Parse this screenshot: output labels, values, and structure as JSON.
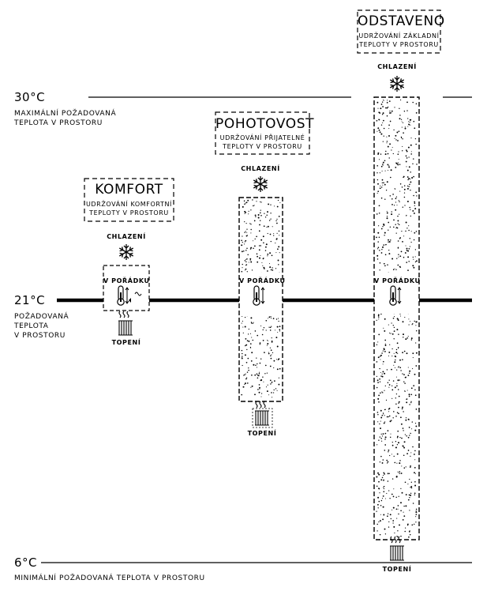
{
  "levels": {
    "max": {
      "temp": "30°C",
      "desc_line1": "MAXIMÁLNÍ POŽADOVANÁ",
      "desc_line2": "TEPLOTA V PROSTORU"
    },
    "set": {
      "temp": "21°C",
      "desc_line1": "POŽADOVANÁ",
      "desc_line2": "TEPLOTA",
      "desc_line3": "V PROSTORU"
    },
    "min": {
      "temp": "6°C",
      "desc_line1": "MINIMÁLNÍ POŽADOVANÁ TEPLOTA V PROSTORU"
    }
  },
  "modes": [
    {
      "title": "KOMFORT",
      "desc_line1": "UDRŽOVÁNÍ KOMFORTNÍ",
      "desc_line2": "TEPLOTY V PROSTORU",
      "cooling": "CHLAZENÍ",
      "ok": "V POŘÁDKU",
      "heating": "TOPENÍ"
    },
    {
      "title": "POHOTOVOST",
      "desc_line1": "UDRŽOVÁNÍ PŘIJATELNÉ",
      "desc_line2": "TEPLOTY V PROSTORU",
      "cooling": "CHLAZENÍ",
      "ok": "V POŘÁDKU",
      "heating": "TOPENÍ"
    },
    {
      "title": "ODSTAVENO",
      "desc_line1": "UDRŽOVÁNÍ ZÁKLADNÍ",
      "desc_line2": "TEPLOTY V PROSTORU",
      "cooling": "CHLAZENÍ",
      "ok": "V POŘÁDKU",
      "heating": "TOPENÍ"
    }
  ],
  "colors": {
    "ink": "#000000",
    "background": "#ffffff"
  },
  "icons": [
    "snowflake-icon",
    "thermometer-icon",
    "radiator-icon"
  ]
}
